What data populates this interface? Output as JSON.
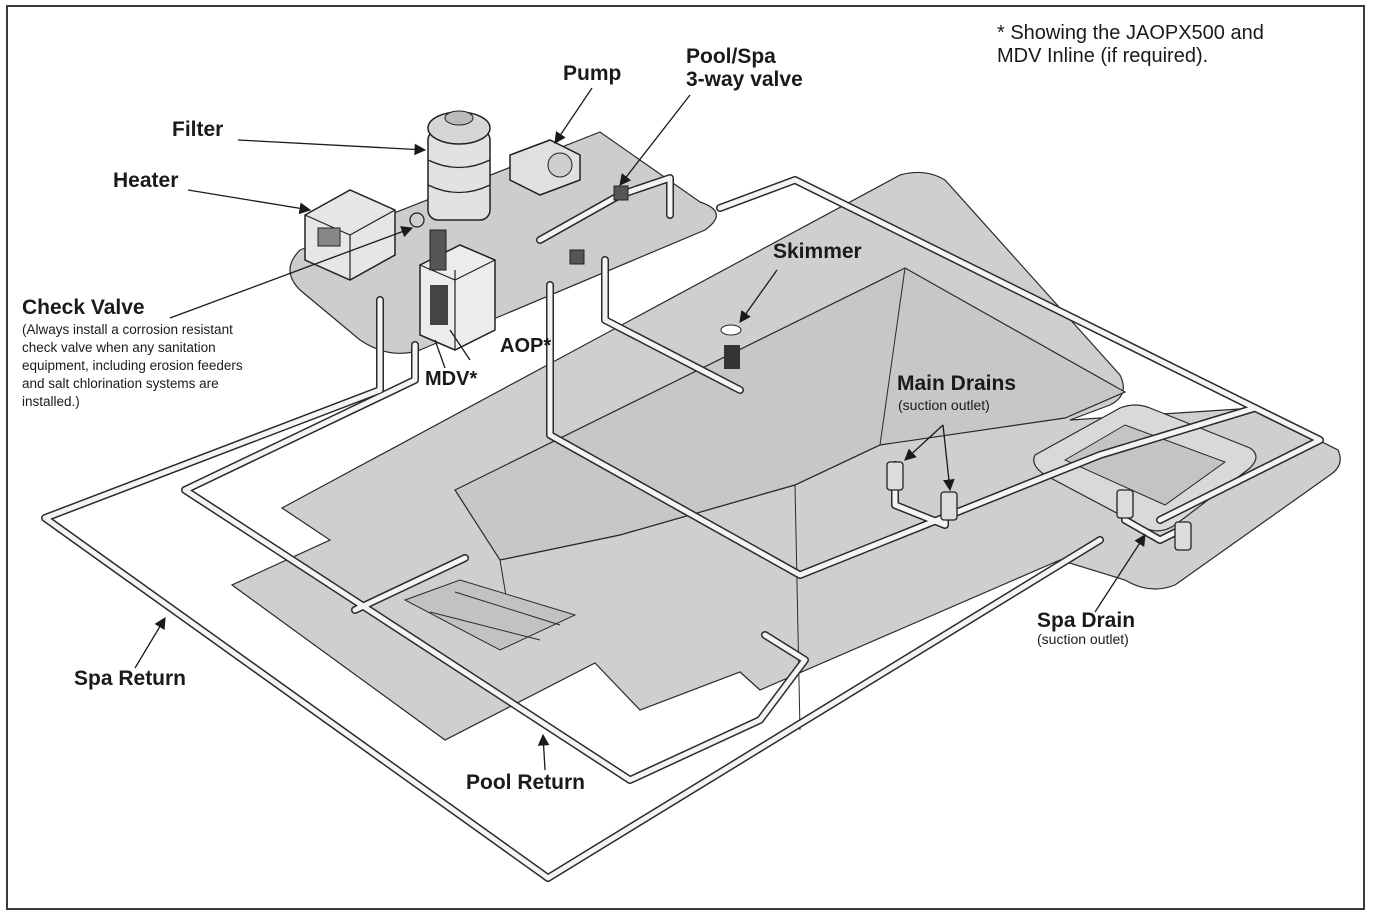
{
  "note": {
    "line1": "* Showing the JAOPX500 and",
    "line2": "MDV Inline (if required)."
  },
  "labels": {
    "pump": "Pump",
    "pool_spa_line1": "Pool/Spa",
    "pool_spa_line2": "3-way valve",
    "filter": "Filter",
    "heater": "Heater",
    "skimmer": "Skimmer",
    "check_valve": "Check Valve",
    "check_valve_note": [
      "(Always install a corrosion resistant",
      "check valve when any sanitation",
      "equipment, including erosion feeders",
      "and salt chlorination systems are",
      "installed.)"
    ],
    "aop": "AOP*",
    "mdv": "MDV*",
    "main_drains": "Main Drains",
    "main_drains_sub": "(suction outlet)",
    "spa_drain": "Spa Drain",
    "spa_drain_sub": "(suction outlet)",
    "spa_return": "Spa Return",
    "pool_return": "Pool Return"
  },
  "colors": {
    "deck": "#cfcfcf",
    "pipe": "#f4f4f4",
    "outline": "#2a2a2a",
    "frame": "#3a3a3a"
  }
}
